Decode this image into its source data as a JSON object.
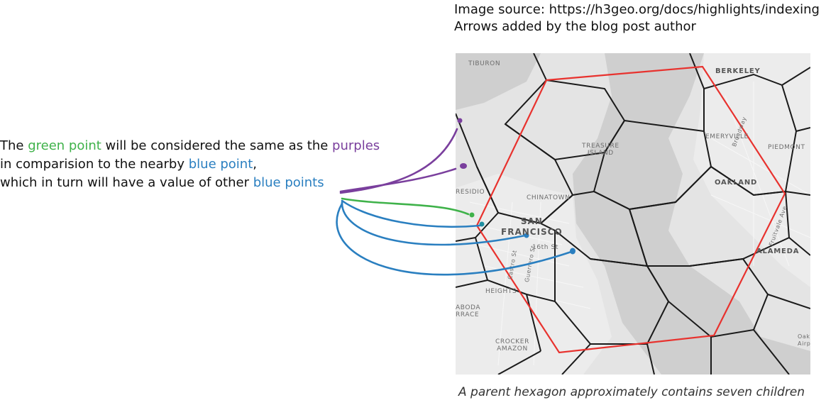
{
  "source_note": {
    "line1": "Image source: https://h3geo.org/docs/highlights/indexing",
    "line2": "Arrows added by the blog post author"
  },
  "explanation": {
    "line1_a": "The ",
    "line1_green": "green point",
    "line1_b": " will be considered the same as the ",
    "line1_purple": "purples",
    "line2_a": "in comparision to the nearby ",
    "line2_blue": "blue point",
    "line2_b": ",",
    "line3_a": "which in turn will have a value of other ",
    "line3_blue": "blue points"
  },
  "map_labels": {
    "tiburon": "TIBURON",
    "berkeley": "BERKELEY",
    "treasure_island": "TREASURE\nISLAND",
    "emeryville": "EMERYVILLE",
    "piedmont": "PIEDMONT",
    "oakland": "OAKLAND",
    "presidio": "RESIDIO",
    "chinatown": "CHINATOWN",
    "san_francisco": "SAN\nFRANCISCO",
    "sixteenth_st": "16th St",
    "alameda": "ALAMEDA",
    "heights": "HEIGHTS",
    "aboda": "ABODA\nRRACE",
    "crocker": "CROCKER\nAMAZON",
    "broadway": "Broadway",
    "fruitvale": "Fruitvale Ave",
    "castro": "Castro St",
    "guerrero": "Guerrero St",
    "oak_airport": "Oak\nAirp"
  },
  "caption": "A parent hexagon approximately contains seven children",
  "colors": {
    "green": "#3fb24a",
    "purple": "#7a3f9d",
    "blue": "#2a7fc0",
    "parent_hex": "#e8322e",
    "child_hex": "#1a1a1a"
  }
}
